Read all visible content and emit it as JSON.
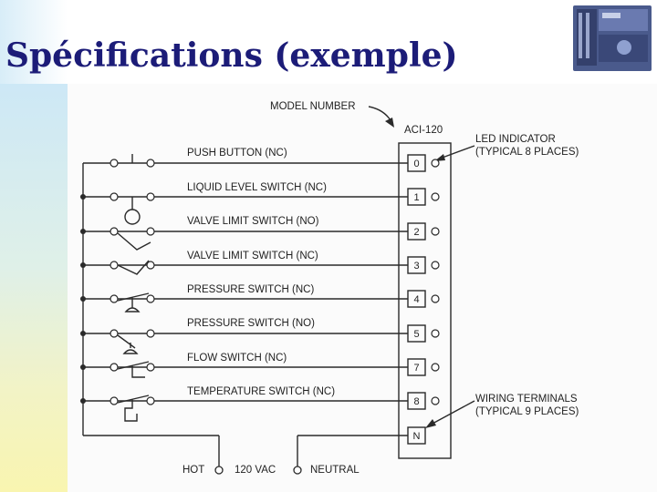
{
  "slide": {
    "title": "Spécifications (exemple)"
  },
  "diagram": {
    "model_number_label": "MODEL NUMBER",
    "model_name": "ACI-120",
    "led_callout_line1": "LED INDICATOR",
    "led_callout_line2": "(TYPICAL 8 PLACES)",
    "terminal_callout_line1": "WIRING TERMINALS",
    "terminal_callout_line2": "(TYPICAL 9 PLACES)",
    "inputs": [
      {
        "label": "PUSH BUTTON (NC)",
        "terminal": "0"
      },
      {
        "label": "LIQUID LEVEL SWITCH (NC)",
        "terminal": "1"
      },
      {
        "label": "VALVE LIMIT SWITCH (NO)",
        "terminal": "2"
      },
      {
        "label": "VALVE LIMIT SWITCH (NC)",
        "terminal": "3"
      },
      {
        "label": "PRESSURE SWITCH (NC)",
        "terminal": "4"
      },
      {
        "label": "PRESSURE SWITCH (NO)",
        "terminal": "5"
      },
      {
        "label": "FLOW SWITCH (NC)",
        "terminal": "7"
      },
      {
        "label": "TEMPERATURE SWITCH (NC)",
        "terminal": "8"
      }
    ],
    "neutral_terminal": "N",
    "supply": {
      "hot": "HOT",
      "voltage": "120 VAC",
      "neutral": "NEUTRAL"
    }
  }
}
